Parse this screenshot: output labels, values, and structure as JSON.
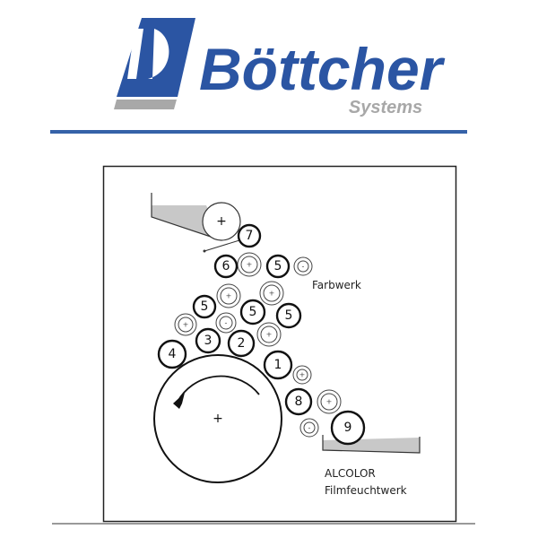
{
  "logo": {
    "brand": "Böttcher",
    "subtitle": "Systems",
    "brand_color": "#2b55a3",
    "gray": "#a8a8a8"
  },
  "diagram": {
    "labels": {
      "inking": "Farbwerk",
      "dampening_1": "ALCOLOR",
      "dampening_2": "Filmfeuchtwerk"
    },
    "rollers": {
      "r7": "7",
      "r6": "6",
      "r5a": "5",
      "r5b": "5",
      "r5c": "5",
      "r5d": "5",
      "r4": "4",
      "r3": "3",
      "r2": "2",
      "r1": "1",
      "r8": "8",
      "r9": "9"
    }
  }
}
